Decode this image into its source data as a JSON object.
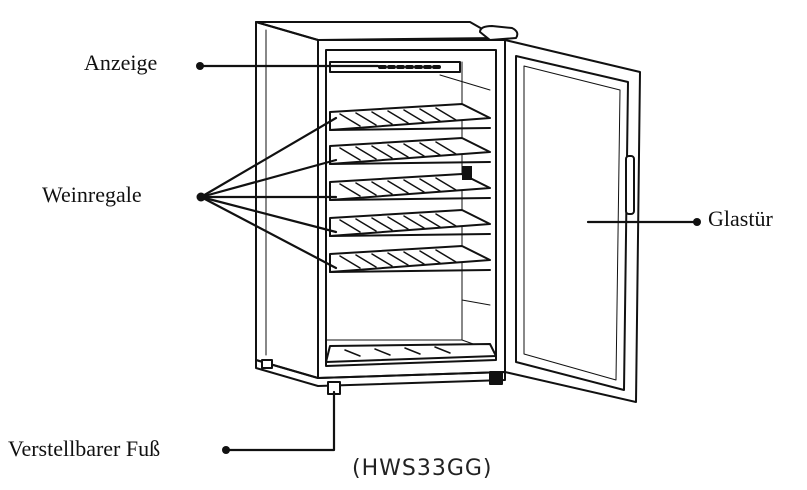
{
  "labels": {
    "display": "Anzeige",
    "wine_racks": "Weinregale",
    "glass_door": "Glastür",
    "adjustable_foot": "Verstellbarer Fuß"
  },
  "model": "(HWS33GG)",
  "colors": {
    "line": "#111111",
    "background": "#ffffff"
  }
}
